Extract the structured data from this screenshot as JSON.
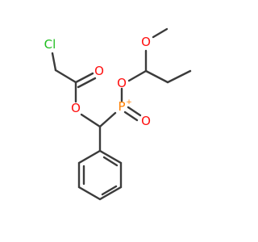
{
  "colors": {
    "bond": "#3b3b3b",
    "oxygen": "#ff0d0d",
    "phosphorus": "#ff8000",
    "chlorine": "#1ebe1e",
    "background": "#ffffff"
  },
  "atoms": {
    "cl": "Cl",
    "o_carbonyl": "O",
    "o_ester": "O",
    "p": "P",
    "p_charge": "+",
    "o_phosphoryl": "O",
    "o_pester": "O",
    "o_methoxy": "O"
  }
}
